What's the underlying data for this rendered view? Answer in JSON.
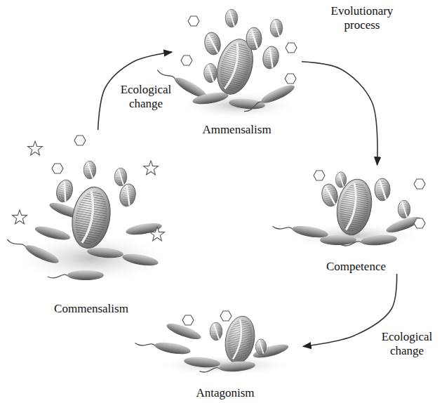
{
  "diagram": {
    "nodes": [
      {
        "text": [
          "Commensalism"
        ]
      },
      {
        "text": [
          "Ammensalism"
        ]
      },
      {
        "text": [
          "Competence"
        ]
      },
      {
        "text": [
          "Antagonism"
        ]
      }
    ],
    "edges": [
      {
        "from": 0,
        "to": 1,
        "label": "Ecological change",
        "arrow": "to"
      },
      {
        "from": 1,
        "to": 2,
        "label": "Evolutionary process",
        "arrow": "to"
      },
      {
        "from": 2,
        "to": 3,
        "label": "Ecological change",
        "arrow": "to"
      }
    ]
  }
}
